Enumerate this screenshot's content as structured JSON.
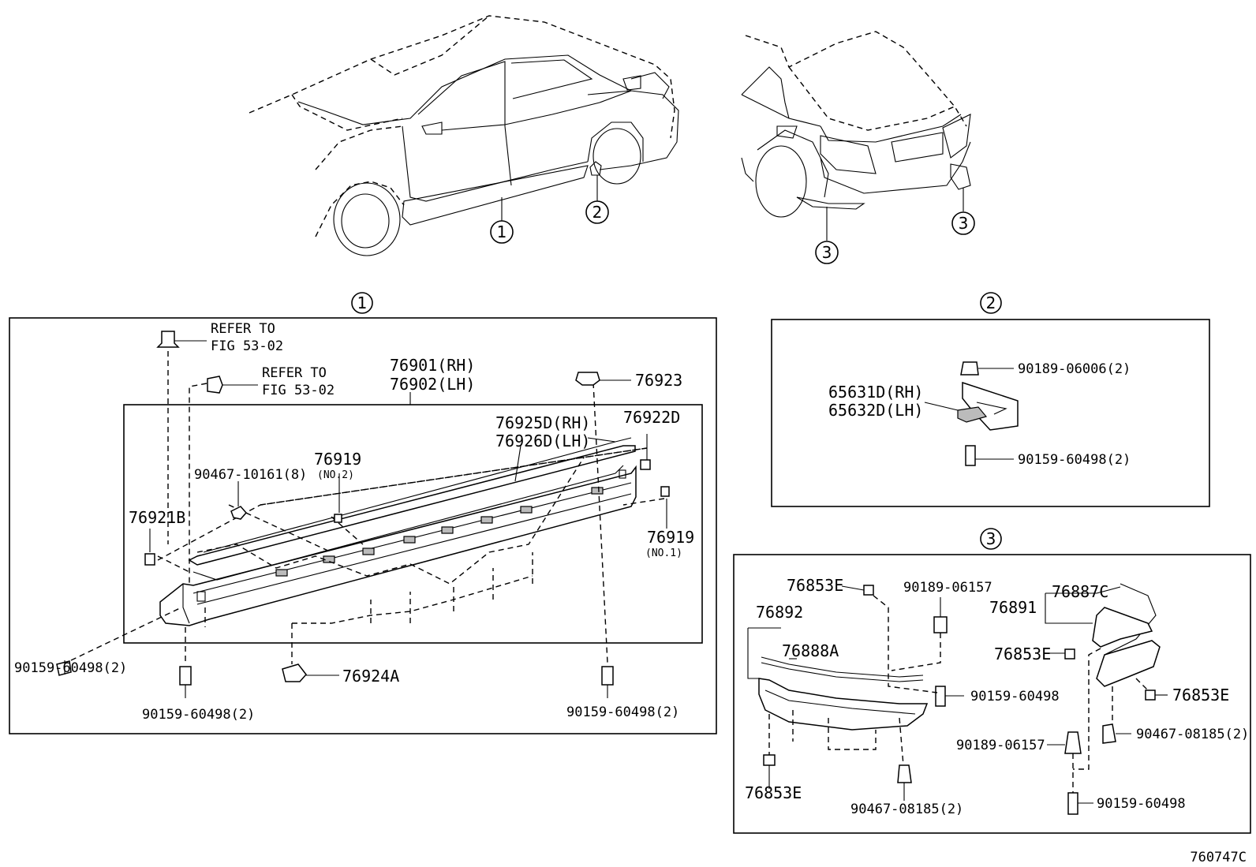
{
  "callouts": {
    "c1": "1",
    "c2": "2",
    "c3a": "3",
    "c3b": "3"
  },
  "sections": {
    "s1": "1",
    "s2": "2",
    "s3": "3"
  },
  "section1": {
    "refer1_line1": "REFER TO",
    "refer1_line2": "FIG 53-02",
    "refer2_line1": "REFER TO",
    "refer2_line2": "FIG 53-02",
    "p76901": "76901(RH)",
    "p76902": "76902(LH)",
    "p76923": "76923",
    "p76925d": "76925D(RH)",
    "p76926d": "76926D(LH)",
    "p76922d": "76922D",
    "p76919": "76919",
    "p76919_no2": "(NO.2)",
    "p90467": "90467-10161(8)",
    "p76921b": "76921B",
    "p76919b": "76919",
    "p76919_no1": "(NO.1)",
    "p90159_left": "90159-60498(2)",
    "p90159_bottom": "90159-60498(2)",
    "p76924a": "76924A",
    "p90159_right": "90159-60498(2)"
  },
  "section2": {
    "p90189": "90189-06006(2)",
    "p65631": "65631D(RH)",
    "p65632": "65632D(LH)",
    "p90159": "90159-60498(2)"
  },
  "section3": {
    "p76853e_1": "76853E",
    "p90189_1": "90189-06157",
    "p76887c": "76887C",
    "p76891": "76891",
    "p76892": "76892",
    "p76888a": "76888A",
    "p76853e_2": "76853E",
    "p90159_1": "90159-60498",
    "p76853e_3": "76853E",
    "p90467": "90467-08185(2)",
    "p90189_2": "90189-06157",
    "p76853e_4": "76853E",
    "p90467_b": "90467-08185(2)",
    "p90159_2": "90159-60498"
  },
  "figure_id": "760747C"
}
